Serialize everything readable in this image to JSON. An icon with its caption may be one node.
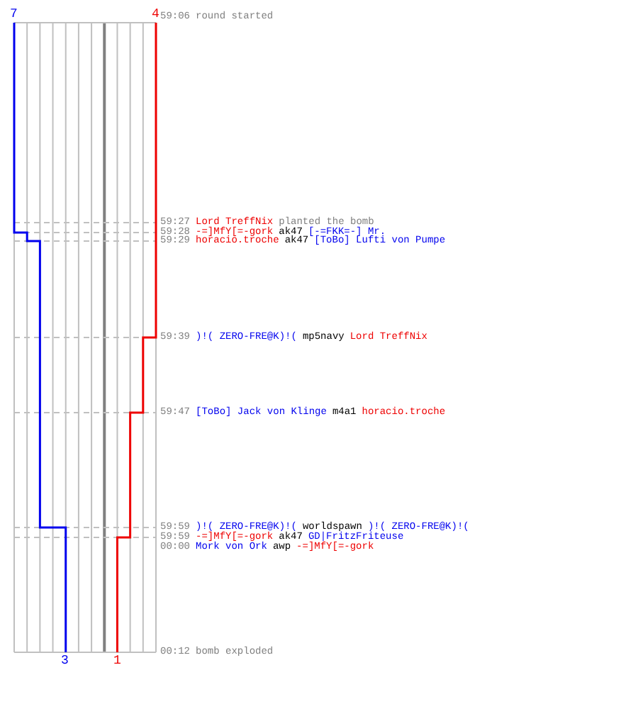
{
  "diagram": {
    "labels": [
      "7",
      "4",
      "59:06",
      "round started",
      "59:27",
      "Lord TreffNix",
      "planted the bomb",
      "59:28",
      "-=]MfY[=-gork",
      "ak47",
      "[-=FKK=-] Mr.",
      "59:29",
      "horacio.troche",
      "ak47",
      "[ToBo] Lufti von Pumpe",
      "59:39",
      ")!( ZERO-FRE@K)!(",
      "mp5navy",
      "Lord TreffNix",
      "59:47",
      "[ToBo] Jack von Klinge",
      "m4a1",
      "horacio.troche",
      "59:59",
      ")!( ZERO-FRE@K)!(",
      "worldspawn",
      ")!( ZERO-FRE@K)!(",
      "59:59",
      "-=]MfY[=-gork",
      "ak47",
      "GD|FritzFriteuse",
      "00:00",
      "Mork von Ork",
      "awp",
      "-=]MfY[=-gork",
      "00:12",
      "bomb exploded",
      "3",
      "1"
    ]
  }
}
